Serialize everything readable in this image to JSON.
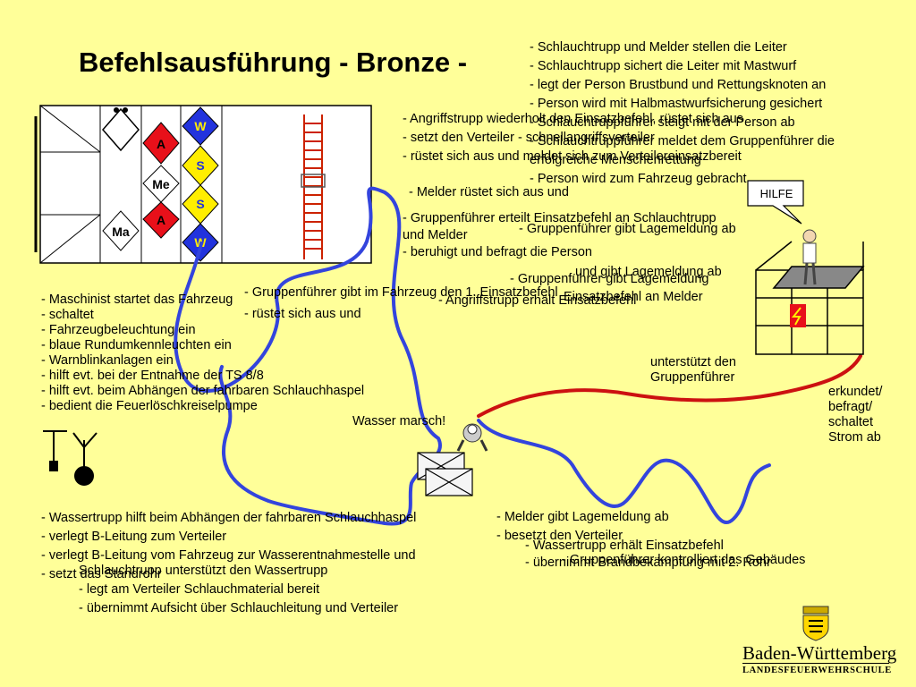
{
  "title": "Befehlsausführung  - Bronze -",
  "vehicle": {
    "seats": {
      "a1": "A",
      "me": "Me",
      "a2": "A",
      "ma": "Ma",
      "w1": "W",
      "s1": "S",
      "s2": "S",
      "w2": "W"
    }
  },
  "callout": "HILFE",
  "blocks": {
    "schlauchtrupp_leiter": [
      "- Schlauchtrupp und Melder stellen die Leiter",
      "- Schlauchtrupp sichert die Leiter mit Mastwurf",
      "- legt der Person Brustbund und Rettungsknoten an",
      "- Person wird mit Halbmastwurfsicherung gesichert",
      "- Schlauchtruppführer steigt mit der Person ab",
      "- Schlauchtruppführer meldet dem Gruppenführer die",
      "  erfolgreiche Menschenrettung",
      "- Person wird zum Fahrzeug gebracht"
    ],
    "angriffstrupp": [
      "- Angriffstrupp wiederholt den Einsatzbefehl, rüstet sich aus",
      "- setzt den Verteiler - schnellangriffsverteiler",
      "- rüstet sich aus und meldet sich zum Verteilereinsatzbereit"
    ],
    "melder_ruestet": "- Melder rüstet sich aus und",
    "gf_einsatzbefehl": [
      "- Gruppenführer erteilt Einsatzbefehl an Schlauchtrupp",
      "   und Melder",
      "- beruhigt und befragt die Person"
    ],
    "gf_lagemeldung": "- Gruppenführer gibt Lagemeldung ab",
    "gf_lagemeldung2": "- Gruppenführer gibt Lagemeldung",
    "und_gibt": "und gibt Lagemeldung ab",
    "melder_befehl": "Einsatzbefehl an Melder",
    "gf_fahrzeug": "- Gruppenführer gibt im Fahrzeug den 1. Einsatzbefehl",
    "angriffstrupp_erhaelt": "- Angriffstrupp erhält Einsatzbefehl",
    "ruestet": "- rüstet sich aus und",
    "maschinist": [
      "- Maschinist startet das Fahrzeug",
      "- schaltet",
      "    - Fahrzeugbeleuchtung ein",
      "    - blaue Rundumkennleuchten ein",
      "    - Warnblinkanlagen ein",
      "- hilft evt. bei der Entnahme der TS 8/8",
      "- hilft evt. beim Abhängen der fahrbaren Schlauchhaspel",
      "- bedient die Feuerlöschkreiselpumpe"
    ],
    "unterstuetzt": [
      "unterstützt den",
      "Gruppenführer"
    ],
    "erkundet": [
      "erkundet/",
      "befragt/",
      "schaltet",
      "Strom ab"
    ],
    "wasser_marsch": "Wasser marsch!",
    "wassertrupp": [
      "- Wassertrupp hilft beim Abhängen der fahrbaren Schlauchhaspel",
      "- verlegt B-Leitung zum Verteiler",
      "- verlegt B-Leitung vom Fahrzeug zur Wasserentnahmestelle und",
      "- setzt das Standrohr"
    ],
    "schlauchtrupp_unterst": [
      "Schlauchtrupp unterstützt den Wassertrupp",
      "- legt am Verteiler Schlauchmaterial bereit",
      "- übernimmt Aufsicht über Schlauchleitung und Verteiler"
    ],
    "melder_verteiler": [
      "- Melder gibt Lagemeldung ab",
      "- besetzt den Verteiler"
    ],
    "wassertrupp_erhaelt": [
      "- Wassertrupp erhält Einsatzbefehl",
      "- übernimmt Brandbekämpfung mit 2. Rohr"
    ],
    "gf_kontrolliert": "- Gruppenführer kontrolliert das Gebäudes"
  },
  "logo": {
    "name": "Baden-Württemberg",
    "sub": "LANDESFEUERWEHRSCHULE"
  },
  "colors": {
    "background": "#ffff99",
    "hose_blue": "#3344dd",
    "hose_red": "#cc1111",
    "seat_red": "#e8101a",
    "seat_yellow": "#ffee00",
    "seat_blue": "#2233dd"
  }
}
